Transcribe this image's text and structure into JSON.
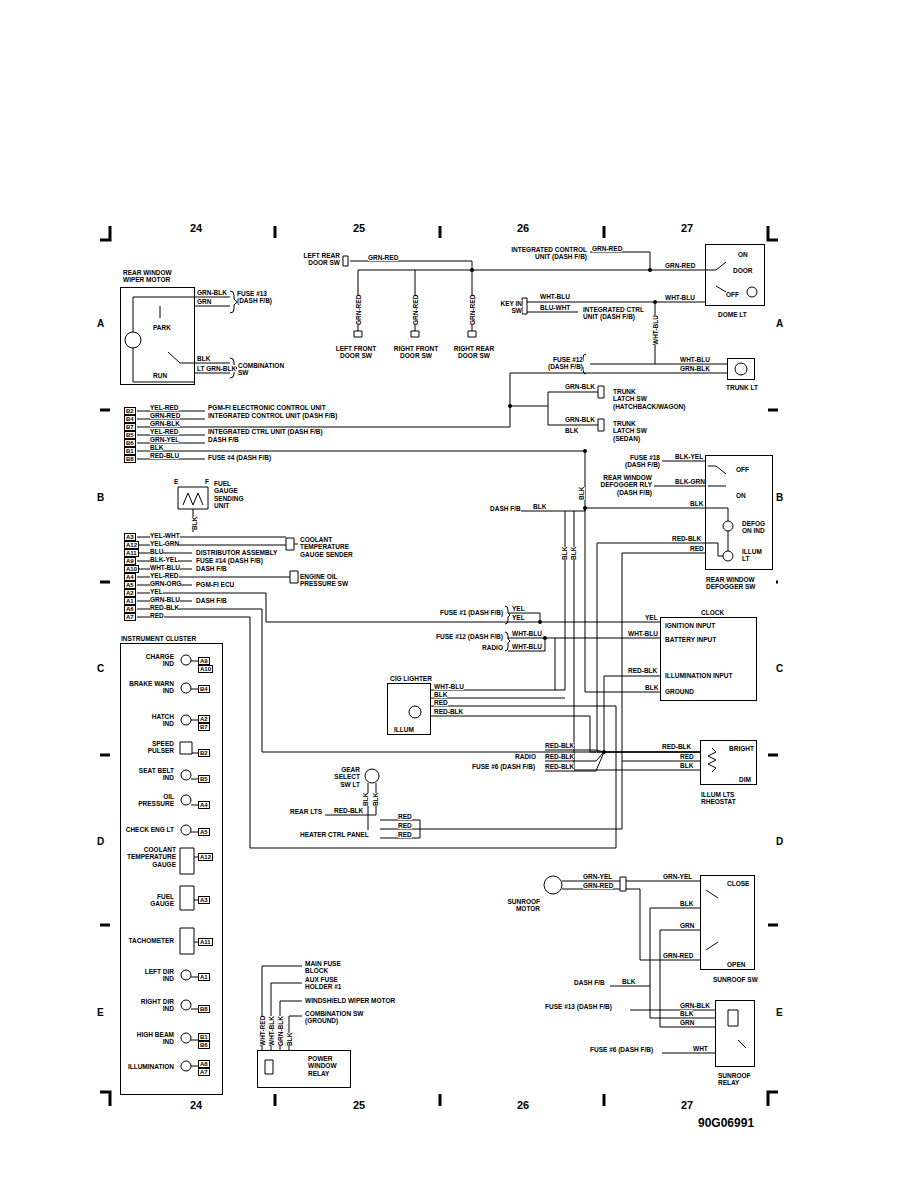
{
  "diagram": {
    "nodes": [
      {
        "text": [
          "REAR WINDOW WIPER MOTOR",
          "PARK",
          "RUN"
        ]
      },
      {
        "text": [
          "ON",
          "DOOR",
          "OFF",
          "DOME LT"
        ]
      },
      {
        "text": [
          "TRUNK LT"
        ]
      },
      {
        "text": [
          "OFF",
          "ON",
          "DEFOG ON IND",
          "ILLUM LT",
          "REAR WINDOW DEFOGGER SW"
        ]
      },
      {
        "text": [
          "CLOCK",
          "IGNITION INPUT",
          "BATTERY INPUT",
          "ILLUMINATION INPUT",
          "GROUND"
        ]
      },
      {
        "text": [
          "CIG LIGHTER",
          "ILLUM"
        ]
      },
      {
        "text": [
          "BRIGHT",
          "DIM",
          "ILLUM LTS RHEOSTAT"
        ]
      },
      {
        "text": [
          "INSTRUMENT CLUSTER"
        ]
      },
      {
        "text": [
          "CLOSE",
          "OPEN",
          "SUNROOF SW"
        ]
      },
      {
        "text": [
          "SUNROOF RELAY"
        ]
      },
      {
        "text": [
          "POWER WINDOW RELAY"
        ]
      }
    ],
    "edges": [
      {
        "from": 4,
        "to": 6,
        "arrow": "none"
      },
      {
        "from": 5,
        "to": 6,
        "arrow": "none"
      },
      {
        "from": 3,
        "to": 6,
        "arrow": "none"
      },
      {
        "from": 4,
        "to": 3,
        "arrow": "none"
      },
      {
        "from": 1,
        "to": 2,
        "arrow": "none"
      },
      {
        "from": 8,
        "to": 9,
        "arrow": "none"
      }
    ],
    "labels": [
      "24",
      "25",
      "26",
      "27",
      "A",
      "A",
      "B",
      "B",
      "C",
      "C",
      "D",
      "D",
      "E",
      "E",
      "24",
      "25",
      "26",
      "27",
      "90G06991",
      "GRN-BLK",
      "FUSE #13 (DASH F/B)",
      "GRN",
      "BLK",
      "LT GRN-BLK",
      "COMBINATION SW",
      "LEFT REAR DOOR SW",
      "GRN-RED",
      "GRN-RED",
      "GRN-RED",
      "GRN-RED",
      "LEFT FRONT DOOR SW",
      "RIGHT FRONT DOOR SW",
      "RIGHT REAR DOOR SW",
      "INTEGRATED CONTROL UNIT (DASH F/B)",
      "GRN-RED",
      "GRN-RED",
      "KEY IN SW",
      "WHT-BLU",
      "BLU-WHT",
      "INTEGRATED CTRL UNIT (DASH F/B)",
      "WHT-BLU",
      "WHT-BLU",
      "FUSE #12 (DASH F/B)",
      "WHT-BLU",
      "GRN-BLK",
      "GRN-BLK",
      "TRUNK LATCH SW (HATCHBACK/WAGON)",
      "GRN-BLK",
      "BLK",
      "TRUNK LATCH SW (SEDAN)",
      "B2",
      "B4",
      "B7",
      "B5",
      "B6",
      "B1",
      "B8",
      "YEL-RED",
      "GRN-RED",
      "GRN-BLK",
      "YEL-RED",
      "GRN-YEL",
      "BLK",
      "RED-BLU",
      "PGM-FI ELECTRONIC CONTROL UNIT",
      "INTEGRATED CONTROL UNIT (DASH F/B)",
      "INTEGRATED CTRL UNIT (DASH F/B)",
      "DASH F/B",
      "FUSE #4 (DASH F/B)",
      "E",
      "F",
      "FUEL GAUGE SENDING UNIT",
      "BLK",
      "A3",
      "A12",
      "A11",
      "A9",
      "A10",
      "A4",
      "A5",
      "A2",
      "A1",
      "A6",
      "A7",
      "YEL-WHT",
      "YEL-GRN",
      "BLU",
      "BLK-YEL",
      "WHT-BLU",
      "YEL-RED",
      "GRN-ORG",
      "YEL",
      "GRN-BLU",
      "RED-BLK",
      "RED",
      "COOLANT TEMPERATURE GAUGE SENDER",
      "DISTRIBUTOR ASSEMBLY",
      "FUSE #14 (DASH F/B)",
      "DASH F/B",
      "ENGINE OIL PRESSURE SW",
      "PGM-FI ECU",
      "DASH F/B",
      "DASH F/B",
      "BLK",
      "BLK",
      "BLK",
      "BLK",
      "FUSE #18 (DASH F/B)",
      "BLK-YEL",
      "REAR WINDOW DEFOGGER RLY (DASH F/B)",
      "BLK-GRN",
      "BLK",
      "RED-BLK",
      "RED",
      "FUSE #1 (DASH F/B)",
      "YEL",
      "YEL",
      "YEL",
      "FUSE #12 (DASH F/B)",
      "WHT-BLU",
      "RADIO",
      "WHT-BLU",
      "WHT-BLU",
      "RED-BLK",
      "BLK",
      "WHT-BLU",
      "BLK",
      "RED",
      "RED-BLK",
      "RED-BLK",
      "RADIO",
      "RED-BLK",
      "FUSE #6 (DASH F/B)",
      "RED-BLK",
      "RED-BLK",
      "RED",
      "BLK",
      "GEAR SELECT SW LT",
      "BLK",
      "BLK",
      "REAR LTS",
      "RED-BLK",
      "RED",
      "HEATER CTRL PANEL",
      "RED",
      "RED",
      "CHARGE IND",
      "A9",
      "A10",
      "BRAKE WARN IND",
      "B4",
      "HATCH IND",
      "A2",
      "B7",
      "SPEED PULSER",
      "B2",
      "SEAT BELT IND",
      "B5",
      "OIL PRESSURE",
      "A4",
      "CHECK ENG LT",
      "A5",
      "COOLANT TEMPERATURE GAUGE",
      "A12",
      "FUEL GAUGE",
      "A3",
      "TACHOMETER",
      "A11",
      "LEFT DIR IND",
      "A1",
      "RIGHT DIR IND",
      "B8",
      "HIGH BEAM IND",
      "B1",
      "B6",
      "ILLUMINATION",
      "A8",
      "A7",
      "SUNROOF MOTOR",
      "GRN-YEL",
      "GRN-RED",
      "GRN-YEL",
      "BLK",
      "GRN",
      "GRN-RED",
      "DASH F/B",
      "BLK",
      "FUSE #13 (DASH F/B)",
      "GRN-BLK",
      "BLK",
      "GRN",
      "FUSE #6 (DASH F/B)",
      "WHT",
      "WHT-RED",
      "WHT-BLK",
      "GRN-BLK",
      "BLK",
      "MAIN FUSE BLOCK",
      "AUX FUSE HOLDER #1",
      "WINDSHIELD WIPER MOTOR",
      "COMBINATION SW (GROUND)"
    ]
  }
}
